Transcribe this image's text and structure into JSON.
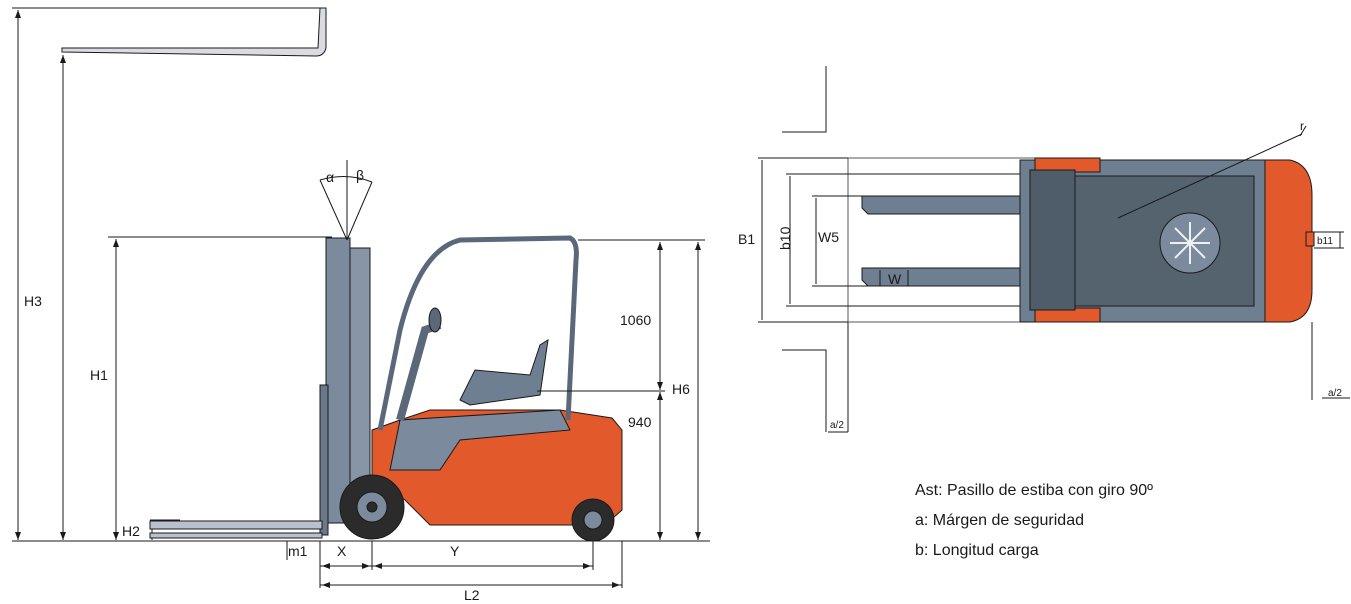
{
  "side_view": {
    "labels": {
      "h3": "H3",
      "h1": "H1",
      "h2": "H2",
      "h6": "H6",
      "m1": "m1",
      "x": "X",
      "y": "Y",
      "l2": "L2",
      "alpha": "α",
      "beta": "β",
      "cab_height": "1060",
      "seat_height": "940"
    }
  },
  "top_view": {
    "labels": {
      "b1": "B1",
      "b10": "b10",
      "w5": "W5",
      "w": "W",
      "r": "r",
      "b11": "b11",
      "a_half_left": "a/2",
      "a_half_right": "a/2"
    }
  },
  "legend": {
    "ast": "Ast: Pasillo de estiba con giro 90º",
    "a": "a: Márgen de seguridad",
    "b": "b: Longitud carga"
  },
  "colors": {
    "body_orange": "#e25a2c",
    "frame_gray": "#6f7f92",
    "fork_gray": "#8a99ab",
    "dark": "#2b2b2b"
  }
}
